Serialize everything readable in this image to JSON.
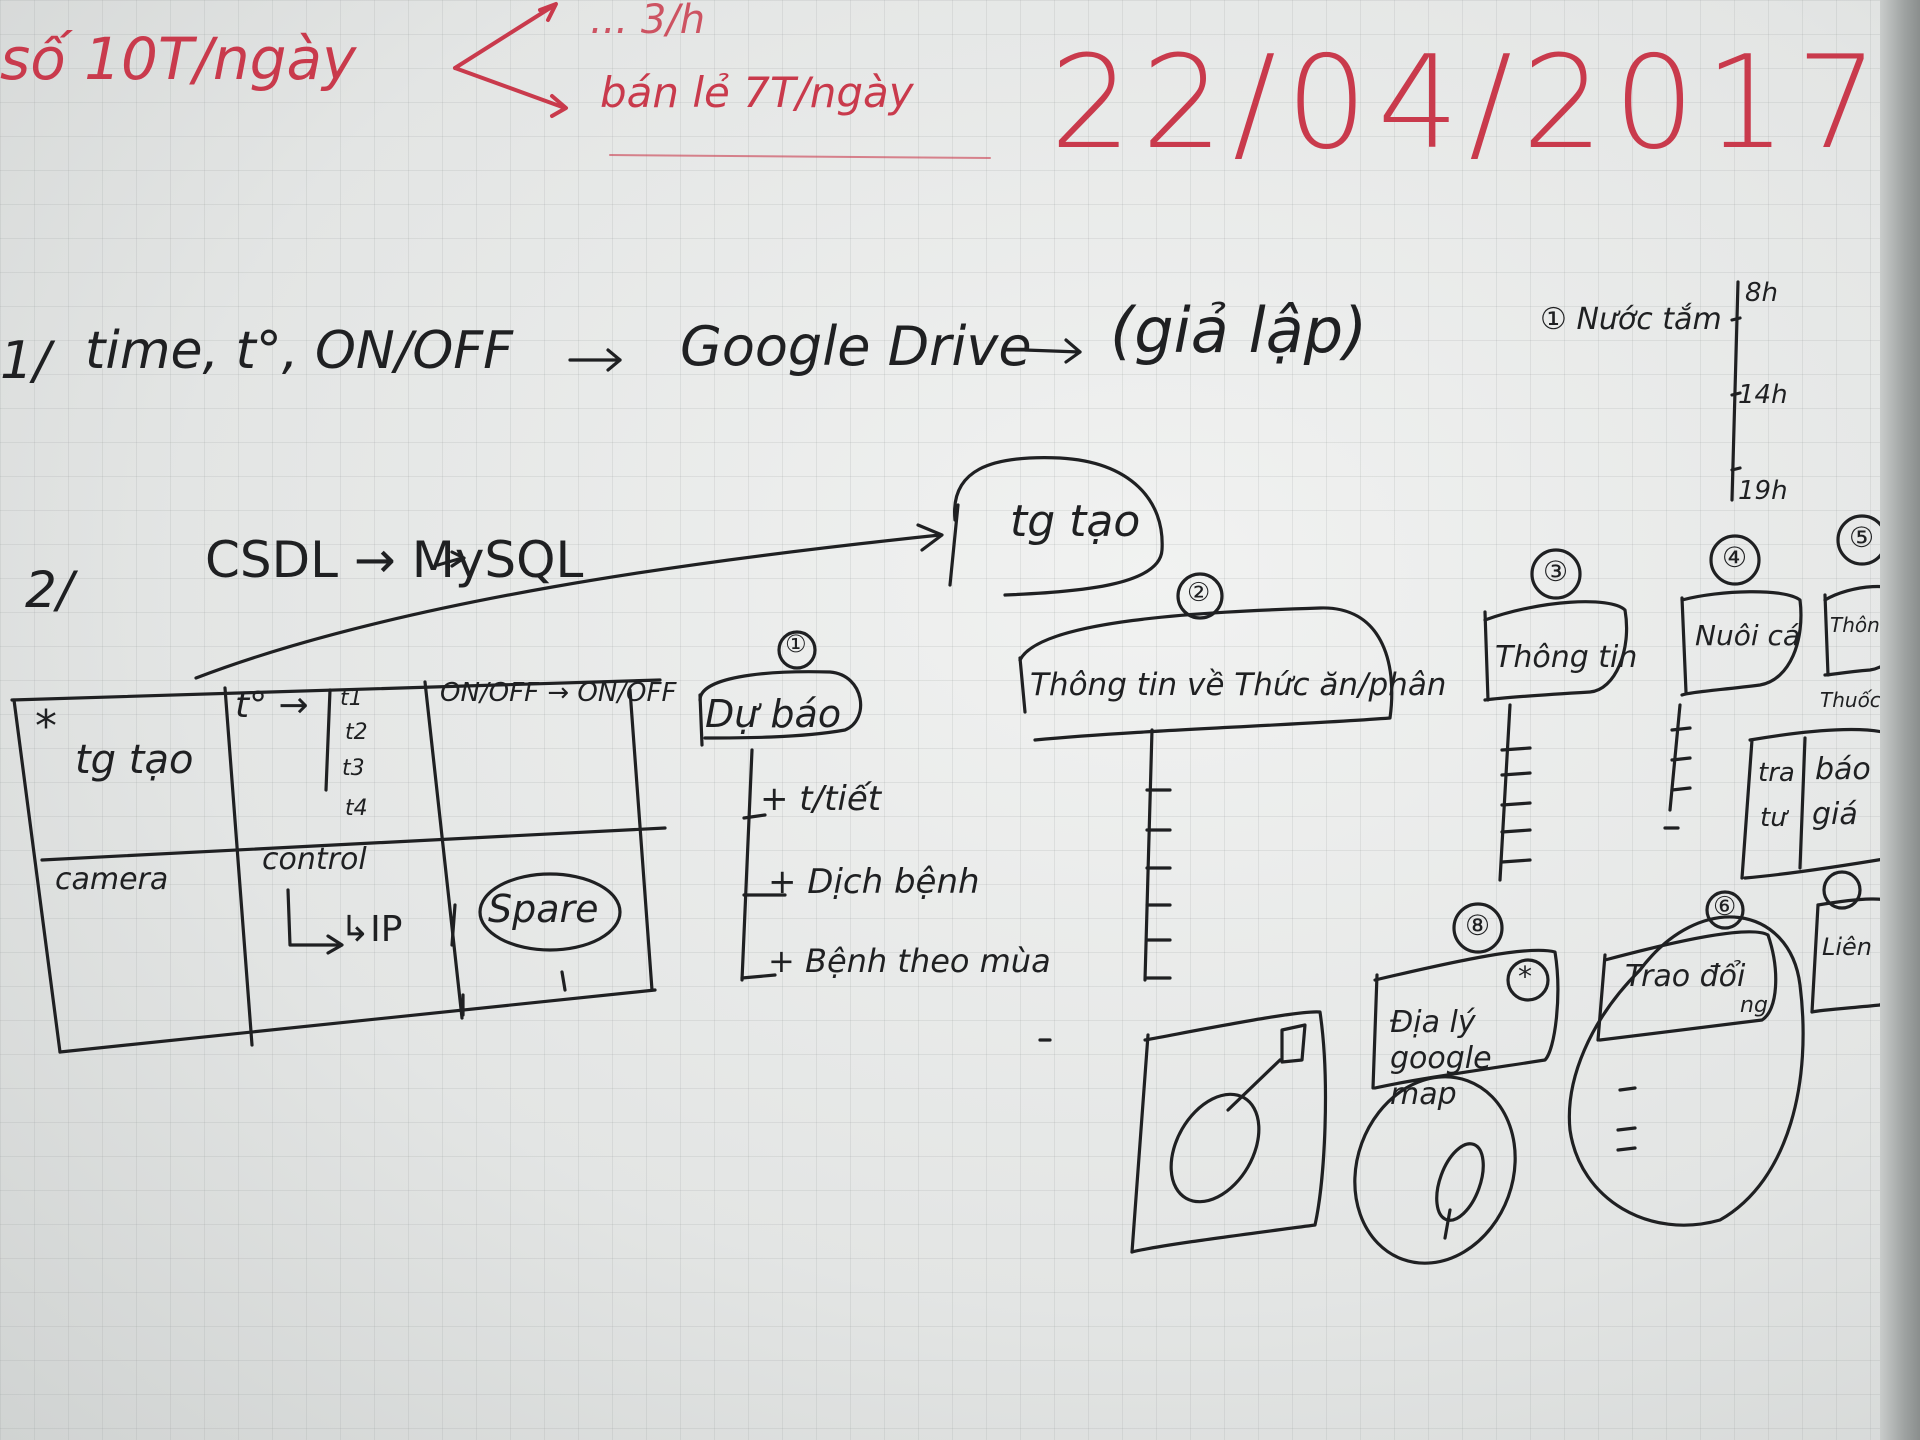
{
  "colors": {
    "red_marker": "#c93a4c",
    "black_marker": "#1f2022",
    "board": "#e9ebea"
  },
  "top": {
    "left_note": "số 10T/ngày",
    "branch_top": "... 3/h",
    "branch_bottom": "bán lẻ 7T/ngày",
    "date": "22/04/2017"
  },
  "row1": {
    "number": "1/",
    "items": "time, t°, ON/OFF",
    "arrow": "→",
    "target": "Google Drive",
    "note": "(giả lập)"
  },
  "schedule": {
    "marker": "①",
    "label": "Nước tắm",
    "times": [
      "8h",
      "14h",
      "19h"
    ]
  },
  "row2": {
    "number": "2/",
    "text": "CSDL → MySQL",
    "bubble": "tg tạo"
  },
  "table": {
    "star": "*",
    "cell_time": "tg tạo",
    "cell_temp": "t° →",
    "temps": [
      "t1",
      "t2",
      "t3",
      "t4"
    ],
    "cell_onoff": "ON/OFF → ON/OFF",
    "cell_camera": "camera",
    "cell_control": "control",
    "cell_ip": "↳IP",
    "cell_spare": "Spare"
  },
  "box1": {
    "num": "①",
    "title": "Dự báo",
    "items": [
      "+ t/tiết",
      "+ Dịch bệnh",
      "+ Bệnh theo mùa"
    ]
  },
  "box2": {
    "num": "②",
    "title": "Thông tin về Thức ăn/phân"
  },
  "box3": {
    "num": "③",
    "title": "Thông tin"
  },
  "box4": {
    "num": "④",
    "title": "Nuôi cá"
  },
  "box5": {
    "num": "⑤",
    "title": "Thông tin về",
    "sub": "Thuốc"
  },
  "subtable": {
    "col1a": "tra",
    "col1b": "tư",
    "col2a": "báo",
    "col2b": "giá"
  },
  "box7": {
    "title": "Liên hệ"
  },
  "box8": {
    "num": "⑧",
    "title": "Địa lý google map",
    "star": "*"
  },
  "box6": {
    "num": "⑥",
    "title": "Trao đổi",
    "sub": "ng"
  }
}
